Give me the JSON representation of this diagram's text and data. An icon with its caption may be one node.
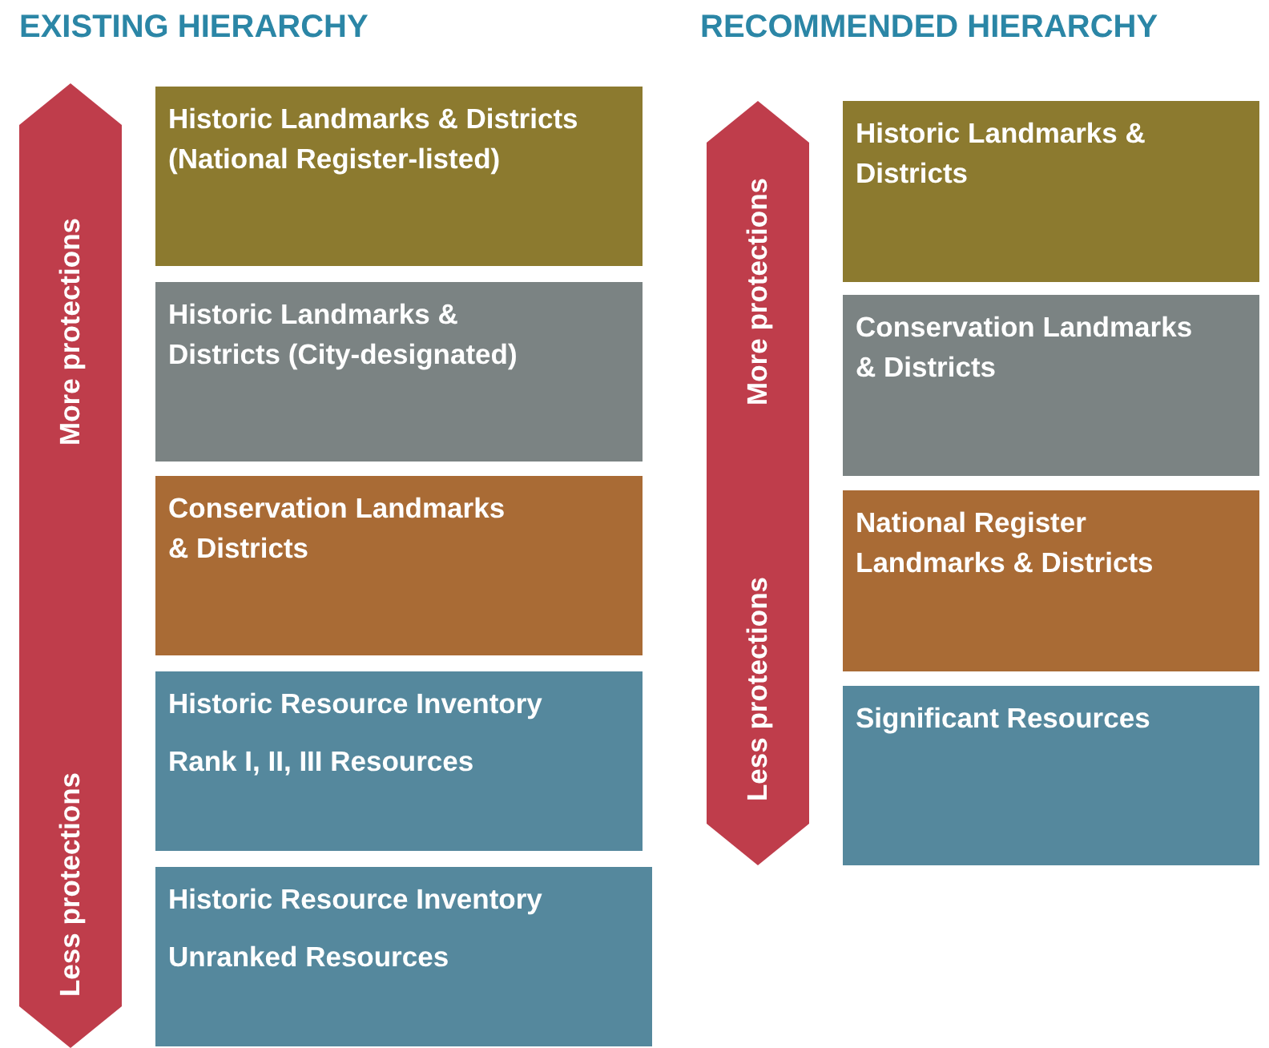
{
  "diagram": {
    "nodes": [
      {
        "text": [
          "More protections",
          "Less protections"
        ]
      },
      {
        "text": [
          "Historic Landmarks & Districts (National Register-listed)"
        ]
      },
      {
        "text": [
          "Historic Landmarks & Districts (City-designated)"
        ]
      },
      {
        "text": [
          "Conservation Landmarks & Districts"
        ]
      },
      {
        "text": [
          "Historic Resource Inventory",
          "Rank I, II, III Resources"
        ]
      },
      {
        "text": [
          "Historic Resource Inventory",
          "Unranked Resources"
        ]
      },
      {
        "text": [
          "More protections",
          "Less protections"
        ]
      },
      {
        "text": [
          "Historic Landmarks & Districts"
        ]
      },
      {
        "text": [
          "Conservation Landmarks & Districts"
        ]
      },
      {
        "text": [
          "National Register Landmarks & Districts"
        ]
      },
      {
        "text": [
          "Significant Resources"
        ]
      }
    ],
    "labels": [
      "EXISTING HIERARCHY",
      "RECOMMENDED HIERARCHY"
    ]
  }
}
